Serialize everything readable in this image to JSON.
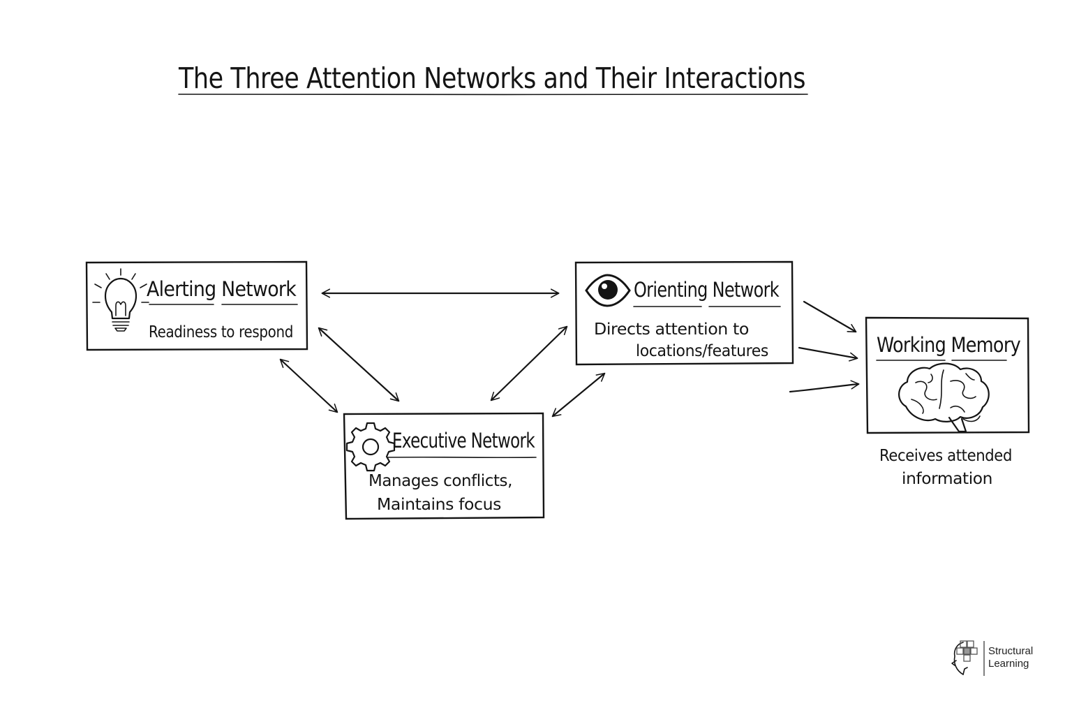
{
  "title": "The Three Attention Networks and Their Interactions",
  "nodes": {
    "alerting": {
      "heading": "Alerting Network",
      "description": "Readiness to respond",
      "icon": "lightbulb-icon"
    },
    "orienting": {
      "heading": "Orienting Network",
      "description_line1": "Directs attention to",
      "description_line2": "locations/features",
      "icon": "eye-icon"
    },
    "executive": {
      "heading": "Executive Network",
      "description_line1": "Manages conflicts,",
      "description_line2": "Maintains focus",
      "icon": "gear-icon"
    },
    "memory": {
      "heading": "Working Memory",
      "caption_line1": "Receives attended",
      "caption_line2": "information",
      "icon": "brain-icon"
    }
  },
  "edges": [
    {
      "from": "Alerting Network",
      "to": "Orienting Network",
      "type": "bidirectional"
    },
    {
      "from": "Alerting Network",
      "to": "Executive Network",
      "type": "bidirectional"
    },
    {
      "from": "Executive Network",
      "to": "Orienting Network",
      "type": "bidirectional"
    },
    {
      "from": "Orienting Network",
      "to": "Working Memory",
      "type": "directed",
      "count": 3
    }
  ],
  "brand": {
    "line1": "Structural",
    "line2": "Learning",
    "icon": "structural-learning-logo-icon"
  },
  "colors": {
    "ink": "#141414",
    "background": "#ffffff"
  }
}
